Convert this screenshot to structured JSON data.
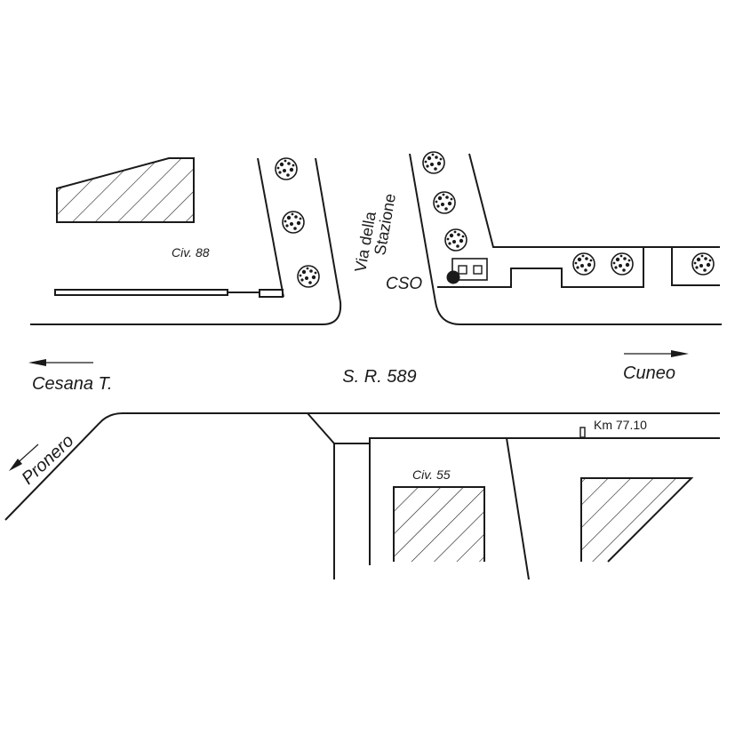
{
  "map": {
    "labels": {
      "road_name": "S. R. 589",
      "street_line1": "Via della",
      "street_line2": "Stazione",
      "dir_west": "Cesana T.",
      "dir_east": "Cuneo",
      "dir_sw": "Pronero",
      "civic_north": "Civ. 88",
      "civic_south": "Civ. 55",
      "station_code": "CSO",
      "km_marker": "Km 77.10"
    },
    "colors": {
      "line": "#1a1a1a",
      "background": "#ffffff"
    }
  }
}
